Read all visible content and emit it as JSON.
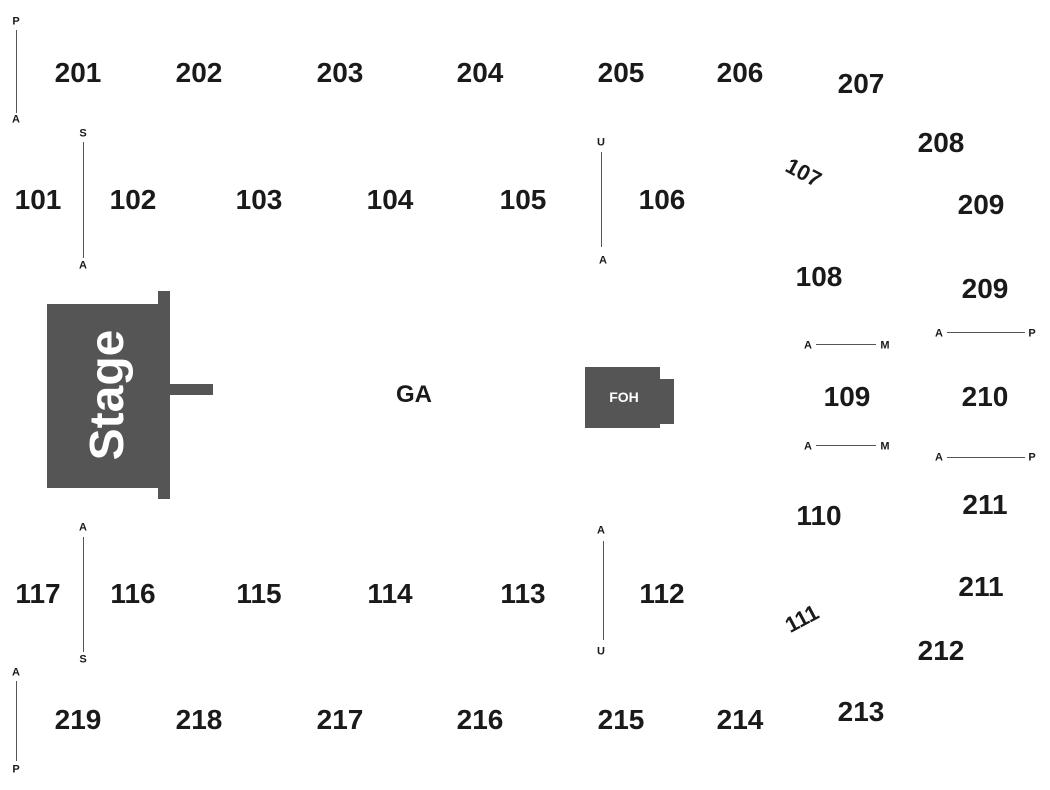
{
  "stage": {
    "label": "Stage",
    "color": "#555555"
  },
  "foh": {
    "label": "FOH"
  },
  "ga": {
    "label": "GA"
  },
  "sections": {
    "s201": "201",
    "s202": "202",
    "s203": "203",
    "s204": "204",
    "s205": "205",
    "s206": "206",
    "s207": "207",
    "s208": "208",
    "s209a": "209",
    "s209b": "209",
    "s210": "210",
    "s211a": "211",
    "s211b": "211",
    "s212": "212",
    "s213": "213",
    "s214": "214",
    "s215": "215",
    "s216": "216",
    "s217": "217",
    "s218": "218",
    "s219": "219",
    "s101": "101",
    "s102": "102",
    "s103": "103",
    "s104": "104",
    "s105": "105",
    "s106": "106",
    "s107": "107",
    "s108": "108",
    "s109": "109",
    "s110": "110",
    "s111": "111",
    "s112": "112",
    "s113": "113",
    "s114": "114",
    "s115": "115",
    "s116": "116",
    "s117": "117"
  },
  "row_markers": {
    "top_left_upper": {
      "start": "P",
      "end": "A"
    },
    "top_left_lower": {
      "start": "S",
      "end": "A"
    },
    "top_mid": {
      "start": "U",
      "end": "A"
    },
    "right_109_upper": {
      "start": "A",
      "end": "M"
    },
    "right_109_lower": {
      "start": "A",
      "end": "M"
    },
    "right_210_upper": {
      "start": "A",
      "end": "P"
    },
    "right_210_lower": {
      "start": "A",
      "end": "P"
    },
    "bottom_left_upper": {
      "start": "A",
      "end": "S"
    },
    "bottom_left_lower": {
      "start": "A",
      "end": "P"
    },
    "bottom_mid": {
      "start": "A",
      "end": "U"
    }
  }
}
